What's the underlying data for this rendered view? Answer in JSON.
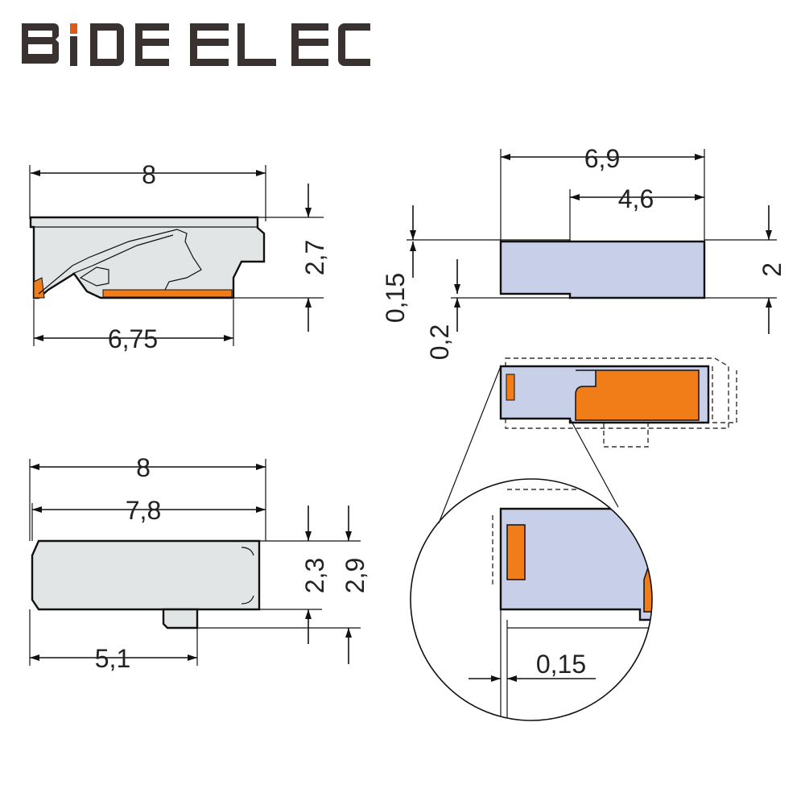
{
  "logo": {
    "text": "BIDE ELEC",
    "brand_dark": "#3a3230",
    "brand_accent": "#e05a1a"
  },
  "colors": {
    "gray_body": "#e2e5e5",
    "blue_body": "#c8cfe9",
    "orange": "#f07d18"
  },
  "views": {
    "side_view": {
      "width_total": "8",
      "height": "2,7",
      "base_length": "6,75"
    },
    "end_view": {
      "width": "6,9",
      "step_width": "4,6",
      "height": "2",
      "offset_top": "0,15",
      "offset_bottom": "0,2"
    },
    "bottom_view": {
      "width_total": "8",
      "width_inner": "7,8",
      "height_body": "2,3",
      "height_total": "2,9",
      "tab_position": "5,1"
    },
    "detail_view": {
      "offset": "0,15"
    }
  }
}
